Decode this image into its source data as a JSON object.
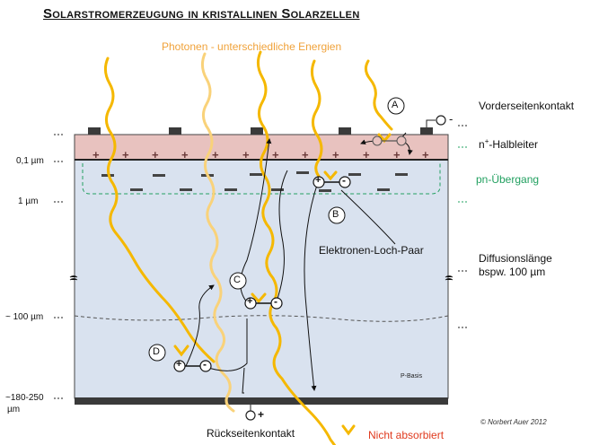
{
  "title": "Solarstromerzeugung in kristallinen Solarzellen",
  "photons_label": "Photonen - unterschiedliche Energien",
  "labels": {
    "front_contact": "Vorderseitenkontakt",
    "n_layer_prefix": "n",
    "n_layer_sup": "+",
    "n_layer_suffix": "-Halbleiter",
    "pn_junction": "pn-Übergang",
    "electron_hole_pair": "Elektronen-Loch-Paar",
    "diffusion_length_1": "Diffusionslänge",
    "diffusion_length_2": "bspw. 100 µm",
    "p_base": "P-Basis",
    "back_contact": "Rückseitenkontakt",
    "not_absorbed": "Nicht absorbiert",
    "copyright": "© Norbert Auer 2012"
  },
  "depths": [
    "0,1 µm",
    "1 µm",
    "~ 100 µm",
    "~180-250",
    "µm"
  ],
  "markers": [
    "A",
    "B",
    "C",
    "D"
  ],
  "terminals": {
    "front": "-",
    "back": "+"
  },
  "charges": {
    "plus": "+",
    "minus": "-"
  },
  "colors": {
    "n_layer": "#e8c2bf",
    "p_layer": "#d9e2ef",
    "photon": "#f5b800",
    "photon_light": "#f9d27a",
    "pn_junction": "#22a060",
    "contact": "#3a3a3a"
  }
}
